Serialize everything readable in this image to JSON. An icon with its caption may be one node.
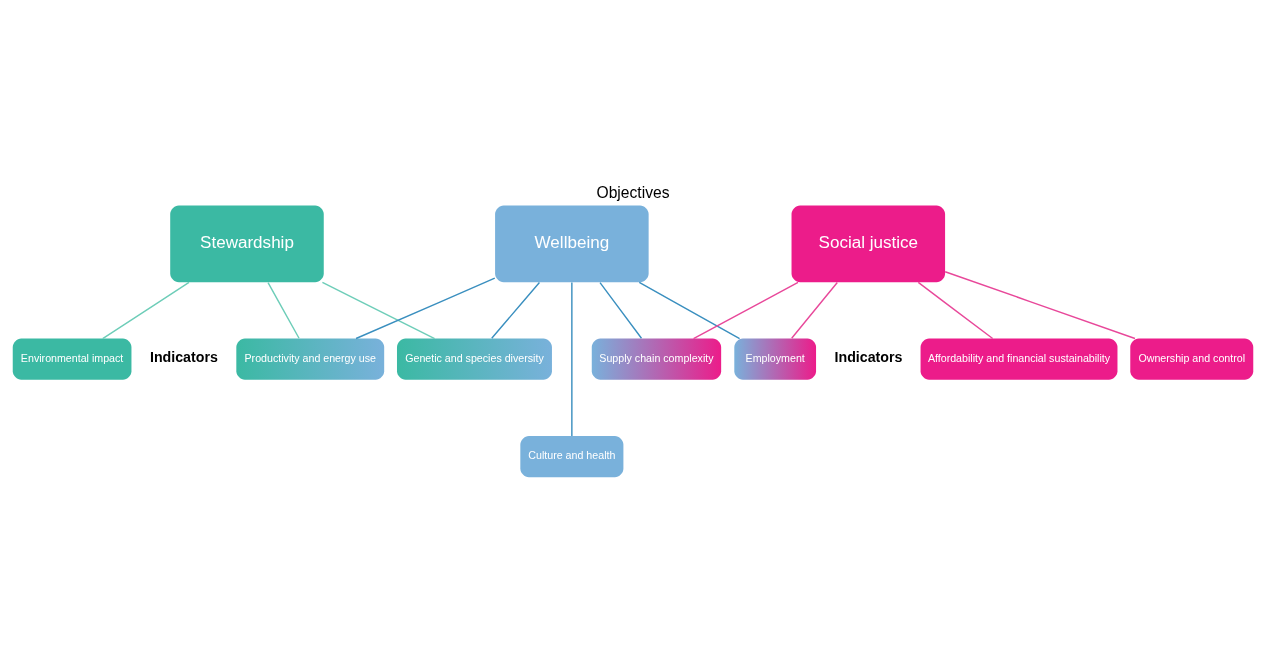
{
  "diagram": {
    "title": "Objectives",
    "nodes": [
      {
        "text": [
          "Stewardship"
        ]
      },
      {
        "text": [
          "Wellbeing"
        ]
      },
      {
        "text": [
          "Social justice"
        ]
      },
      {
        "text": [
          "Environmental impact"
        ]
      },
      {
        "text": [
          "Productivity and energy use"
        ]
      },
      {
        "text": [
          "Genetic and species diversity"
        ]
      },
      {
        "text": [
          "Culture and health"
        ]
      },
      {
        "text": [
          "Supply chain complexity"
        ]
      },
      {
        "text": [
          "Employment"
        ]
      },
      {
        "text": [
          "Affordability and financial sustainability"
        ]
      },
      {
        "text": [
          "Ownership and control"
        ]
      }
    ],
    "edges": [
      {
        "from": 0,
        "to": 3,
        "arrow": "none",
        "color": "#6dcdb8"
      },
      {
        "from": 0,
        "to": 4,
        "arrow": "none",
        "color": "#6dcdb8"
      },
      {
        "from": 0,
        "to": 5,
        "arrow": "none",
        "color": "#6dcdb8"
      },
      {
        "from": 1,
        "to": 4,
        "arrow": "none",
        "color": "#3a8fbf"
      },
      {
        "from": 1,
        "to": 5,
        "arrow": "none",
        "color": "#3a8fbf"
      },
      {
        "from": 1,
        "to": 6,
        "arrow": "none",
        "color": "#3a8fbf"
      },
      {
        "from": 1,
        "to": 7,
        "arrow": "none",
        "color": "#3a8fbf"
      },
      {
        "from": 1,
        "to": 8,
        "arrow": "none",
        "color": "#3a8fbf"
      },
      {
        "from": 2,
        "to": 7,
        "arrow": "none",
        "color": "#e8489a"
      },
      {
        "from": 2,
        "to": 8,
        "arrow": "none",
        "color": "#e8489a"
      },
      {
        "from": 2,
        "to": 9,
        "arrow": "none",
        "color": "#e8489a"
      },
      {
        "from": 2,
        "to": 10,
        "arrow": "none",
        "color": "#e8489a"
      }
    ],
    "labels": [
      "Indicators",
      "Indicators"
    ]
  }
}
